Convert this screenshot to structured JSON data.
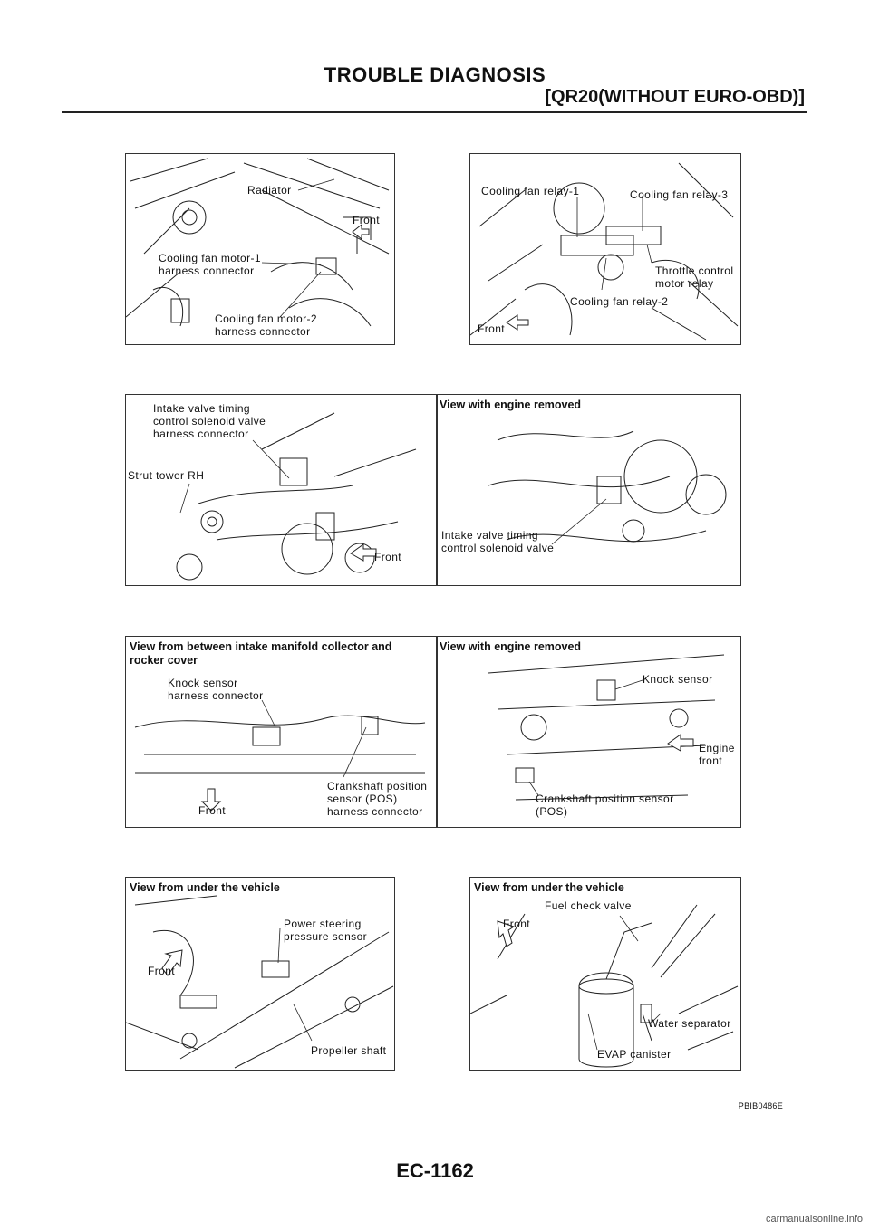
{
  "header": {
    "title": "TROUBLE DIAGNOSIS",
    "subtitle": "[QR20(WITHOUT EURO-OBD)]"
  },
  "panels": {
    "p1": {
      "labels": [
        "Radiator",
        "Front",
        "Cooling fan motor-1\nharness connector",
        "Cooling fan motor-2\nharness connector"
      ]
    },
    "p2": {
      "labels": [
        "Cooling fan relay-1",
        "Cooling fan relay-3",
        "Throttle control\nmotor relay",
        "Cooling fan relay-2",
        "Front"
      ]
    },
    "p3": {
      "labels": [
        "Intake valve timing\ncontrol solenoid valve\nharness connector",
        "Strut tower RH",
        "Front",
        "View with engine removed",
        "Intake valve timing\ncontrol solenoid valve"
      ]
    },
    "p4": {
      "labels": [
        "View from between intake manifold collector and\nrocker cover",
        "Knock sensor\nharness connector",
        "Crankshaft position\nsensor (POS)\nharness connector",
        "Front",
        "View with engine removed",
        "Knock sensor",
        "Engine\nfront",
        "Crankshaft position sensor\n(POS)"
      ]
    },
    "p5": {
      "labels": [
        "View from under the vehicle",
        "Power steering\npressure sensor",
        "Front",
        "Propeller shaft"
      ]
    },
    "p6": {
      "labels": [
        "View from under the vehicle",
        "Fuel check valve",
        "Front",
        "Water separator",
        "EVAP canister"
      ]
    }
  },
  "figure_code": "PBIB0486E",
  "footer": {
    "page_number": "EC-1162"
  },
  "watermark": "carmanualsonline.info"
}
